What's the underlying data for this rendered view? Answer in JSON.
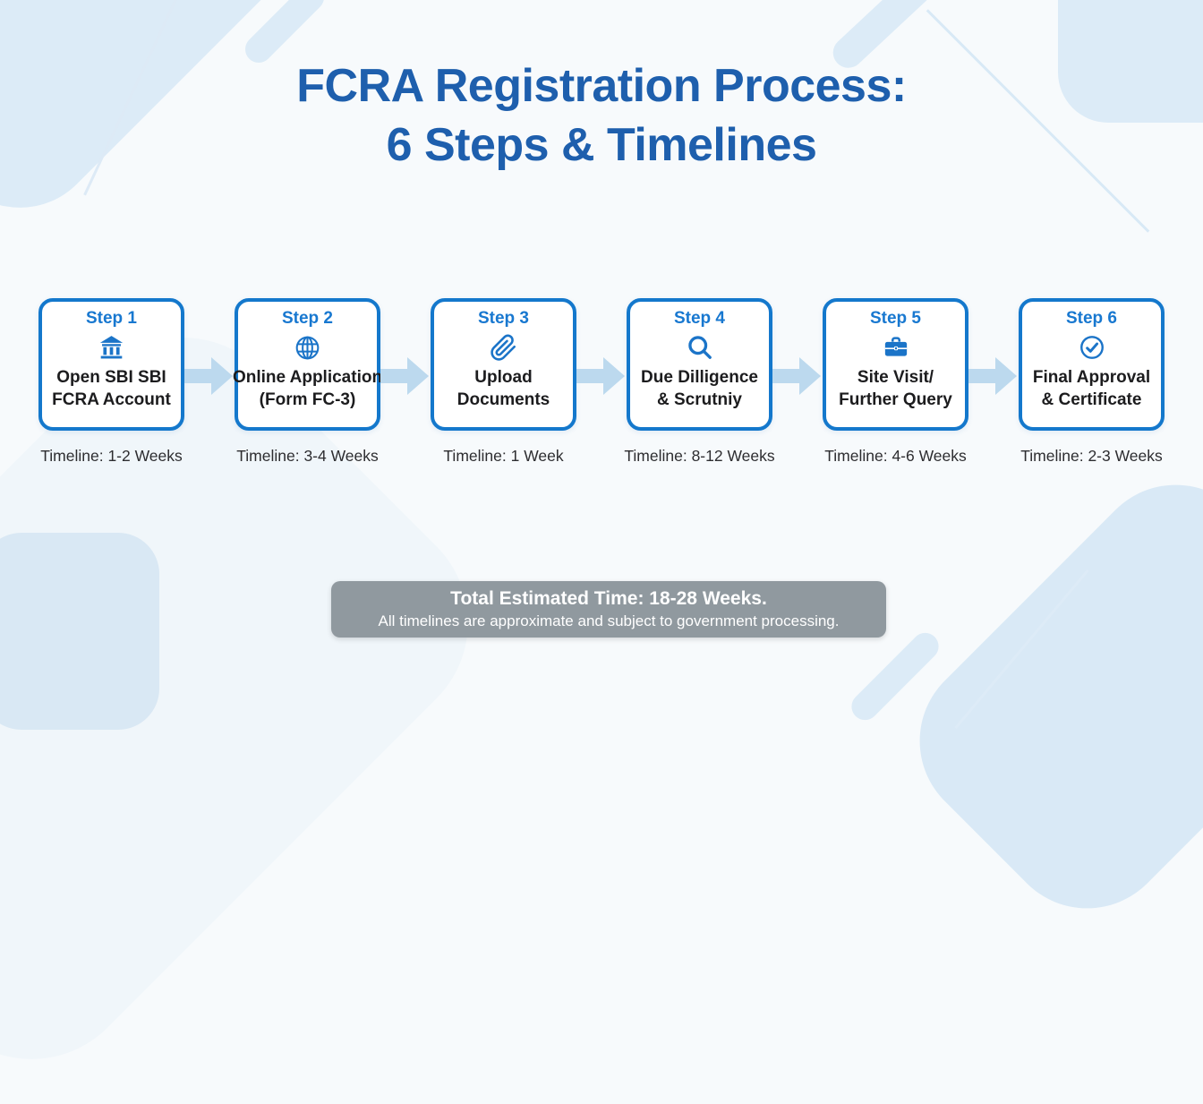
{
  "title": {
    "line1": "FCRA Registration Process:",
    "line2": "6 Steps & Timelines"
  },
  "steps": [
    {
      "label": "Step 1",
      "icon": "bank-icon",
      "title_line1": "Open SBI SBI",
      "title_line2": "FCRA Account",
      "timeline": "Timeline: 1-2 Weeks"
    },
    {
      "label": "Step 2",
      "icon": "globe-icon",
      "title_line1": "Online Application",
      "title_line2": "(Form FC-3)",
      "timeline": "Timeline: 3-4 Weeks"
    },
    {
      "label": "Step 3",
      "icon": "paperclip-icon",
      "title_line1": "Upload",
      "title_line2": "Documents",
      "timeline": "Timeline: 1 Week"
    },
    {
      "label": "Step 4",
      "icon": "magnifier-icon",
      "title_line1": "Due Dilligence",
      "title_line2": "& Scrutniy",
      "timeline": "Timeline: 8-12 Weeks"
    },
    {
      "label": "Step 5",
      "icon": "briefcase-icon",
      "title_line1": "Site Visit/",
      "title_line2": "Further Query",
      "timeline": "Timeline: 4-6 Weeks"
    },
    {
      "label": "Step 6",
      "icon": "check-circle-icon",
      "title_line1": "Final Approval",
      "title_line2": "& Certificate",
      "timeline": "Timeline: 2-3 Weeks"
    }
  ],
  "footer": {
    "line1": "Total Estimated Time: 18-28 Weeks.",
    "line2": "All timelines are approximate and subject to government processing."
  },
  "colors": {
    "title_blue": "#1e5fad",
    "accent_blue": "#1b74c8",
    "box_border_blue": "#1478cc",
    "arrow_blue": "#bcd9ee",
    "banner_gray": "#90999f",
    "deco_blue": "#dcebf7"
  }
}
